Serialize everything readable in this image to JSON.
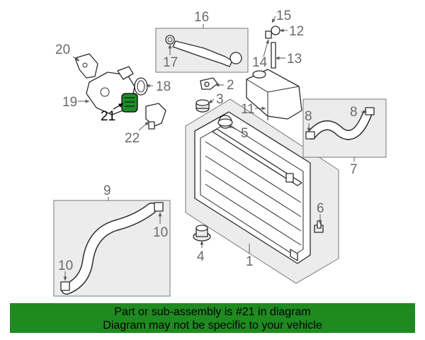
{
  "diagram": {
    "callouts": {
      "c1": "1",
      "c2": "2",
      "c3": "3",
      "c4": "4",
      "c5": "5",
      "c6": "6",
      "c7": "7",
      "c8a": "8",
      "c8b": "8",
      "c9": "9",
      "c10a": "10",
      "c10b": "10",
      "c11": "11",
      "c12": "12",
      "c13": "13",
      "c14": "14",
      "c15": "15",
      "c16": "16",
      "c17": "17",
      "c18": "18",
      "c19": "19",
      "c20": "20",
      "c21": "21",
      "c22": "22"
    },
    "highlight_part": "21",
    "highlight_color": "#1e8c28"
  },
  "banner": {
    "line1": "Part or sub-assembly is #21 in diagram",
    "line2": "Diagram may not be specific to your vehicle",
    "color": "#1f8a1f"
  }
}
